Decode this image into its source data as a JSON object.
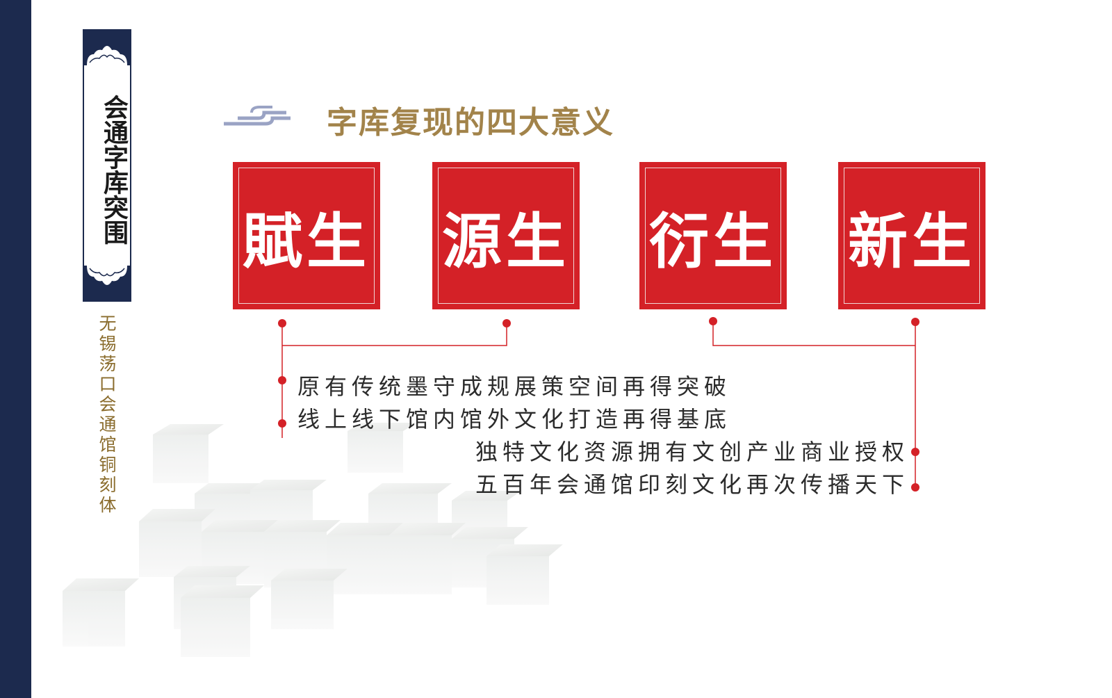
{
  "sidebar": {
    "title": "会通字库突围",
    "subtitle": "无锡荡口会通馆铜刻体"
  },
  "heading": "字库复现的四大意义",
  "cards": [
    "賦生",
    "源生",
    "衍生",
    "新生"
  ],
  "points": [
    "原有传统墨守成规展策空间再得突破",
    "线上线下馆内馆外文化打造再得基底",
    "独特文化资源拥有文创产业商业授权",
    "五百年会通馆印刻文化再次传播天下"
  ],
  "colors": {
    "navy": "#1c2a4e",
    "red": "#d42127",
    "gold": "#a2834a",
    "subtitle_gold": "#8a6c2d"
  }
}
